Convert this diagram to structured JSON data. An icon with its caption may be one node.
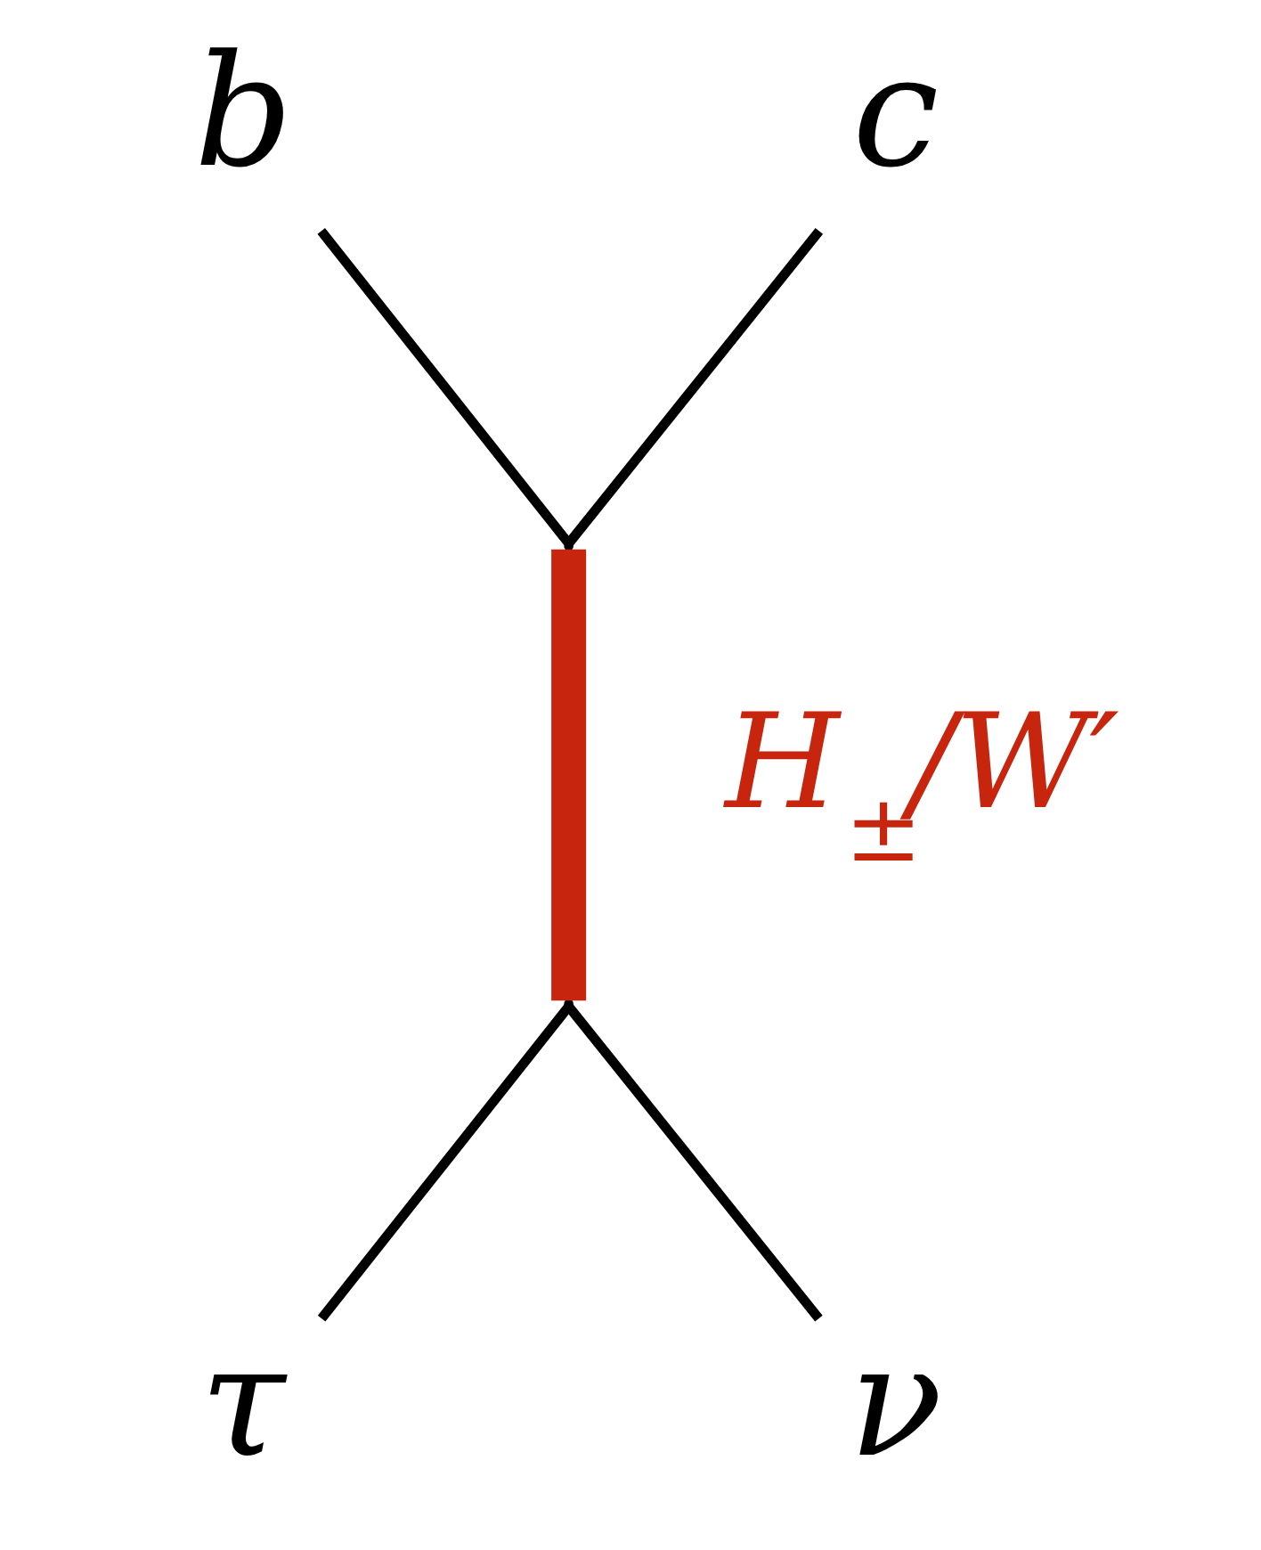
{
  "diagram": {
    "nodes": [
      {
        "text": [
          "b"
        ]
      },
      {
        "text": [
          "c"
        ]
      },
      {
        "text": [],
        "shape": "point"
      },
      {
        "text": [],
        "shape": "point"
      },
      {
        "text": [
          "τ"
        ]
      },
      {
        "text": [
          "ν"
        ]
      }
    ],
    "edges": [
      {
        "from": 0,
        "to": 2,
        "arrow": "none"
      },
      {
        "from": 1,
        "to": 2,
        "arrow": "none"
      },
      {
        "from": 2,
        "to": 3,
        "arrow": "none",
        "label": "H$_{±}$/W′",
        "style": "thick",
        "color": "#c8250f"
      },
      {
        "from": 3,
        "to": 4,
        "arrow": "none"
      },
      {
        "from": 3,
        "to": 5,
        "arrow": "none"
      }
    ]
  }
}
